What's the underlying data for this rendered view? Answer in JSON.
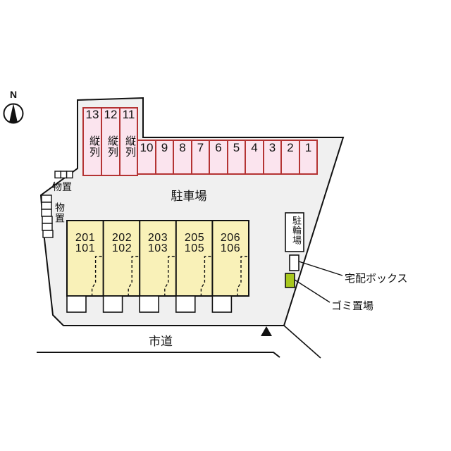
{
  "compass": {
    "label": "N"
  },
  "parking": {
    "area_label": "駐車場",
    "parallel_spots": [
      {
        "number": "13",
        "type": "縦列"
      },
      {
        "number": "12",
        "type": "縦列"
      },
      {
        "number": "11",
        "type": "縦列"
      }
    ],
    "row_spots": [
      "10",
      "9",
      "8",
      "7",
      "6",
      "5",
      "4",
      "3",
      "2",
      "1"
    ]
  },
  "building": {
    "units": [
      {
        "upper": "201",
        "lower": "101"
      },
      {
        "upper": "202",
        "lower": "102"
      },
      {
        "upper": "203",
        "lower": "103"
      },
      {
        "upper": "205",
        "lower": "105"
      },
      {
        "upper": "206",
        "lower": "106"
      }
    ]
  },
  "facilities": {
    "storage_top": "物置",
    "storage_side": "物置",
    "bicycle_parking": "駐輪場",
    "delivery_box": "宅配ボックス",
    "garbage_area": "ゴミ置場"
  },
  "road": {
    "label": "市道"
  },
  "colors": {
    "site_fill": "#f0f0f0",
    "parking_fill": "#fbe4ee",
    "parking_border": "#b43333",
    "building_fill": "#f9f1b8",
    "garbage_green": "#a8c81e",
    "line": "#111111"
  }
}
